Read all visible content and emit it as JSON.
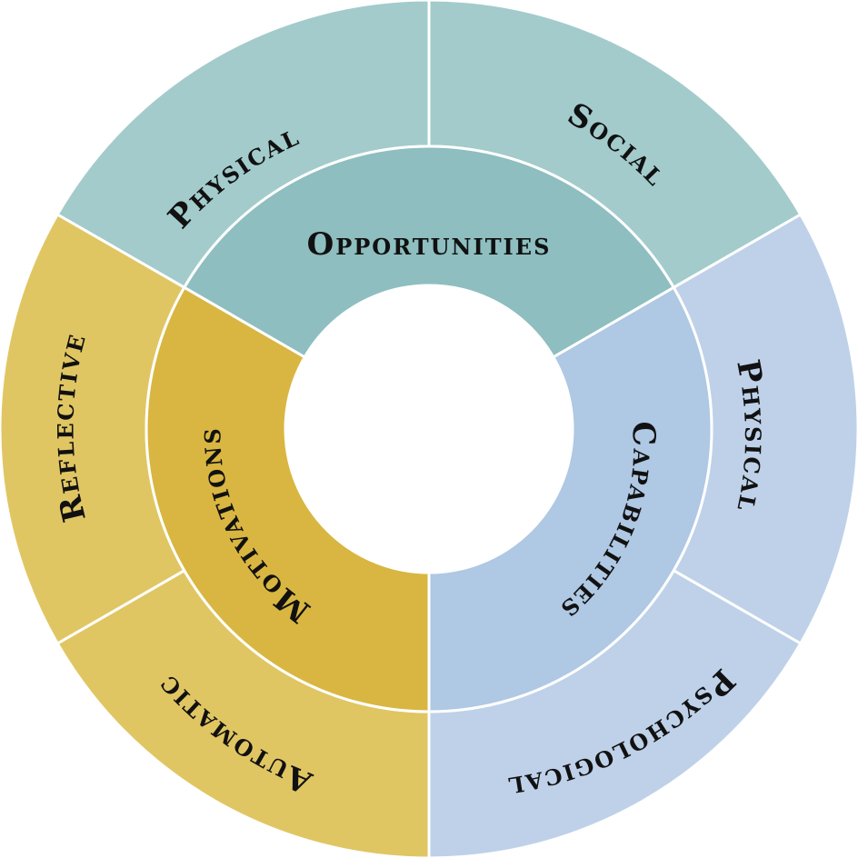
{
  "colors": {
    "teal_inner": "#8ebec0",
    "teal_outer": "#a3cbcb",
    "blue_inner": "#afc8e3",
    "blue_outer": "#bed1e9",
    "gold_inner": "#d9b641",
    "gold_outer": "#e0c663",
    "background": "#ffffff"
  },
  "inner_ring": [
    {
      "id": "opportunities",
      "label": "Opportunities",
      "color": "teal_inner"
    },
    {
      "id": "capabilities",
      "label": "Capabilities",
      "color": "blue_inner"
    },
    {
      "id": "motivations",
      "label": "Motivations",
      "color": "gold_inner"
    }
  ],
  "outer_ring": [
    {
      "id": "social",
      "label": "Social",
      "parent": "opportunities",
      "color": "teal_outer"
    },
    {
      "id": "physical-capability",
      "label": "Physical",
      "parent": "capabilities",
      "color": "blue_outer"
    },
    {
      "id": "psychological",
      "label": "Psychological",
      "parent": "capabilities",
      "color": "blue_outer"
    },
    {
      "id": "automatic",
      "label": "Automatic",
      "parent": "motivations",
      "color": "gold_outer"
    },
    {
      "id": "reflective",
      "label": "Reflective",
      "parent": "motivations",
      "color": "gold_outer"
    },
    {
      "id": "physical-opportunity",
      "label": "Physical",
      "parent": "opportunities",
      "color": "teal_outer"
    }
  ]
}
